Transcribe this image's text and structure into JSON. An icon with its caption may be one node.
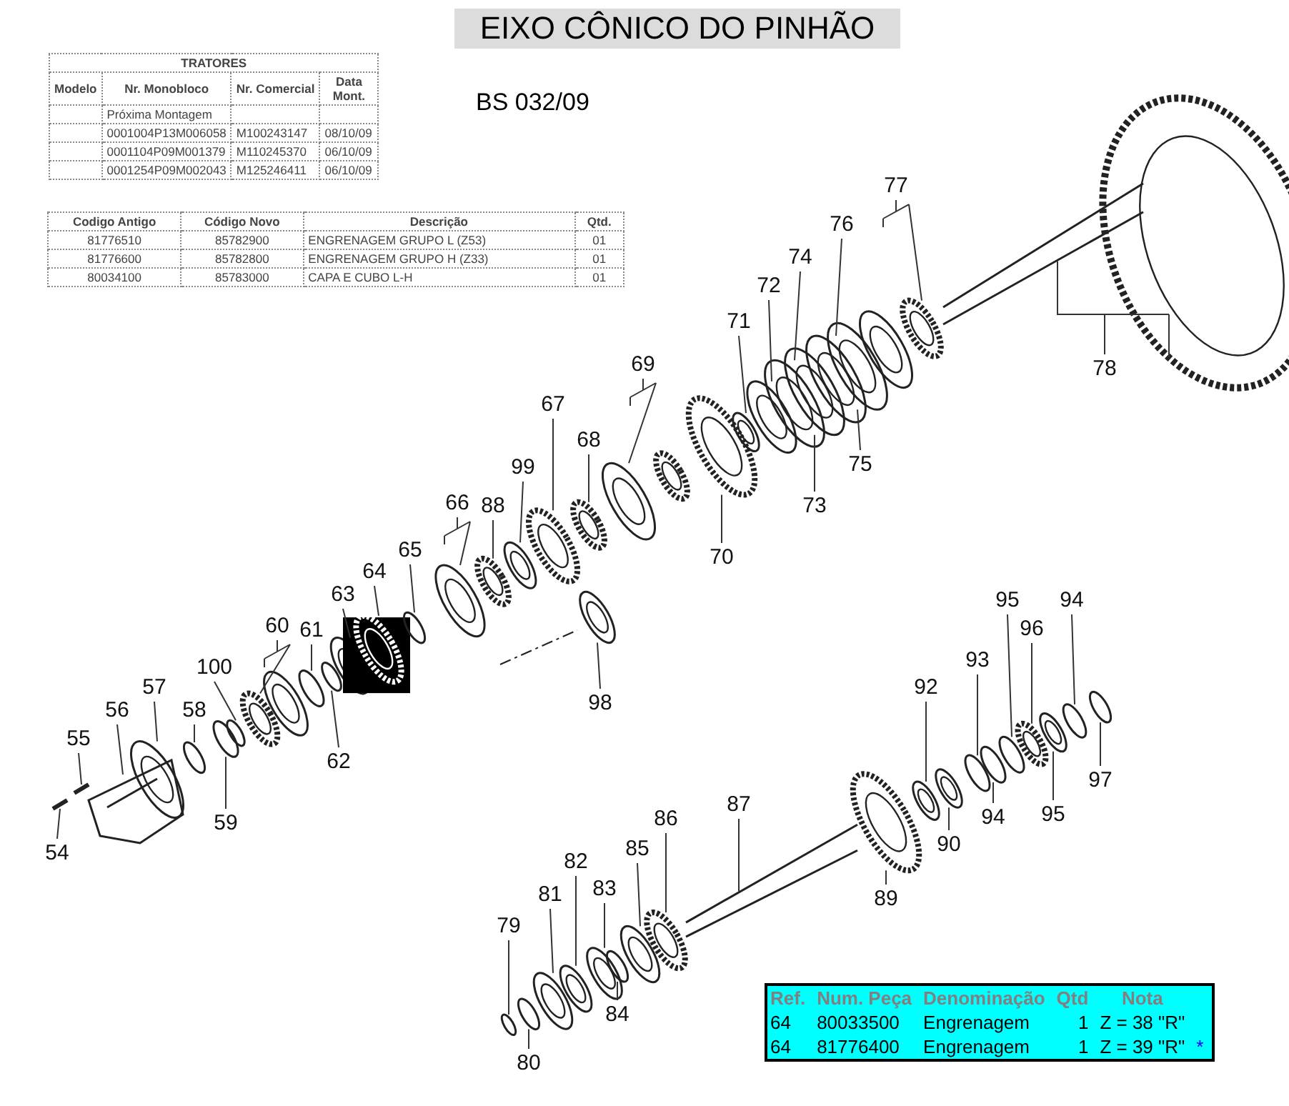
{
  "diagram": {
    "title": "EIXO CÔNICO DO PINHÃO",
    "nodes": [
      {
        "text": [
          "55"
        ]
      },
      {
        "text": [
          "54"
        ]
      },
      {
        "text": [
          "56"
        ]
      },
      {
        "text": [
          "57"
        ]
      },
      {
        "text": [
          "58"
        ]
      },
      {
        "text": [
          "59"
        ]
      },
      {
        "text": [
          "100"
        ]
      },
      {
        "text": [
          "60"
        ]
      },
      {
        "text": [
          "61"
        ]
      },
      {
        "text": [
          "62"
        ]
      },
      {
        "text": [
          "63"
        ]
      },
      {
        "text": [
          "64"
        ]
      },
      {
        "text": [
          "65"
        ]
      },
      {
        "text": [
          "66"
        ]
      },
      {
        "text": [
          "88"
        ]
      },
      {
        "text": [
          "99"
        ]
      },
      {
        "text": [
          "67"
        ]
      },
      {
        "text": [
          "68"
        ]
      },
      {
        "text": [
          "69"
        ]
      },
      {
        "text": [
          "70"
        ]
      },
      {
        "text": [
          "71"
        ]
      },
      {
        "text": [
          "72"
        ]
      },
      {
        "text": [
          "74"
        ]
      },
      {
        "text": [
          "76"
        ]
      },
      {
        "text": [
          "77"
        ]
      },
      {
        "text": [
          "73"
        ]
      },
      {
        "text": [
          "75"
        ]
      },
      {
        "text": [
          "78"
        ]
      },
      {
        "text": [
          "98"
        ]
      },
      {
        "text": [
          "92"
        ]
      },
      {
        "text": [
          "93"
        ]
      },
      {
        "text": [
          "95"
        ]
      },
      {
        "text": [
          "96"
        ]
      },
      {
        "text": [
          "94"
        ]
      },
      {
        "text": [
          "97"
        ]
      },
      {
        "text": [
          "90"
        ]
      },
      {
        "text": [
          "94"
        ]
      },
      {
        "text": [
          "95"
        ]
      },
      {
        "text": [
          "89"
        ]
      },
      {
        "text": [
          "87"
        ]
      },
      {
        "text": [
          "86"
        ]
      },
      {
        "text": [
          "85"
        ]
      },
      {
        "text": [
          "83"
        ]
      },
      {
        "text": [
          "82"
        ]
      },
      {
        "text": [
          "81"
        ]
      },
      {
        "text": [
          "79"
        ]
      },
      {
        "text": [
          "84"
        ]
      },
      {
        "text": [
          "80"
        ]
      },
      {
        "text": [],
        "shape": "picture"
      },
      {
        "text": [],
        "shape": "picture"
      },
      {
        "text": [],
        "shape": "picture"
      },
      {
        "text": [],
        "shape": "circle"
      },
      {
        "text": [],
        "shape": "circle"
      },
      {
        "text": [],
        "shape": "circle"
      },
      {
        "text": [],
        "shape": "circle"
      },
      {
        "text": [],
        "shape": "picture"
      },
      {
        "text": [],
        "shape": "circle"
      },
      {
        "text": [],
        "shape": "circle"
      },
      {
        "text": [],
        "shape": "circle"
      },
      {
        "text": [],
        "shape": "picture"
      },
      {
        "text": [],
        "shape": "circle"
      },
      {
        "text": [],
        "shape": "circle"
      },
      {
        "text": [],
        "shape": "picture"
      },
      {
        "text": [],
        "shape": "circle"
      },
      {
        "text": [],
        "shape": "picture"
      },
      {
        "text": [],
        "shape": "picture"
      },
      {
        "text": [],
        "shape": "circle"
      },
      {
        "text": [],
        "shape": "picture"
      },
      {
        "text": [],
        "shape": "circle"
      },
      {
        "text": [],
        "shape": "circle"
      },
      {
        "text": [],
        "shape": "circle"
      },
      {
        "text": [],
        "shape": "circle"
      },
      {
        "text": [],
        "shape": "picture"
      },
      {
        "text": [],
        "shape": "circle"
      },
      {
        "text": [],
        "shape": "circle"
      },
      {
        "text": [],
        "shape": "picture"
      },
      {
        "text": [],
        "shape": "circle"
      },
      {
        "text": [],
        "shape": "circle"
      },
      {
        "text": [],
        "shape": "circle"
      },
      {
        "text": [],
        "shape": "circle"
      },
      {
        "text": [],
        "shape": "picture"
      },
      {
        "text": [],
        "shape": "circle"
      },
      {
        "text": [],
        "shape": "circle"
      },
      {
        "text": [],
        "shape": "circle"
      },
      {
        "text": [],
        "shape": "circle"
      },
      {
        "text": [],
        "shape": "circle"
      },
      {
        "text": [],
        "shape": "picture"
      },
      {
        "text": [],
        "shape": "picture"
      },
      {
        "text": [],
        "shape": "picture"
      },
      {
        "text": [],
        "shape": "circle"
      },
      {
        "text": [],
        "shape": "circle"
      },
      {
        "text": [],
        "shape": "circle"
      },
      {
        "text": [],
        "shape": "circle"
      },
      {
        "text": [],
        "shape": "circle"
      },
      {
        "text": [],
        "shape": "circle"
      },
      {
        "text": [],
        "shape": "circle"
      }
    ],
    "edges": [
      {
        "from": 0,
        "to": 48,
        "arrow": "none"
      },
      {
        "from": 1,
        "to": 49,
        "arrow": "none"
      },
      {
        "from": 2,
        "to": 50,
        "arrow": "none"
      },
      {
        "from": 3,
        "to": 51,
        "arrow": "none"
      },
      {
        "from": 4,
        "to": 52,
        "arrow": "none"
      },
      {
        "from": 5,
        "to": 53,
        "arrow": "none"
      },
      {
        "from": 6,
        "to": 54,
        "arrow": "none"
      },
      {
        "from": 7,
        "to": 55,
        "arrow": "none"
      },
      {
        "from": 8,
        "to": 56,
        "arrow": "none"
      },
      {
        "from": 9,
        "to": 57,
        "arrow": "none"
      },
      {
        "from": 10,
        "to": 58,
        "arrow": "none"
      },
      {
        "from": 11,
        "to": 59,
        "arrow": "none"
      },
      {
        "from": 12,
        "to": 60,
        "arrow": "none"
      },
      {
        "from": 13,
        "to": 61,
        "arrow": "none"
      },
      {
        "from": 14,
        "to": 62,
        "arrow": "none"
      },
      {
        "from": 15,
        "to": 63,
        "arrow": "none"
      },
      {
        "from": 16,
        "to": 64,
        "arrow": "none"
      },
      {
        "from": 17,
        "to": 65,
        "arrow": "none"
      },
      {
        "from": 18,
        "to": 66,
        "arrow": "none"
      },
      {
        "from": 19,
        "to": 67,
        "arrow": "none"
      },
      {
        "from": 20,
        "to": 68,
        "arrow": "none"
      },
      {
        "from": 21,
        "to": 69,
        "arrow": "none"
      },
      {
        "from": 22,
        "to": 70,
        "arrow": "none"
      },
      {
        "from": 23,
        "to": 71,
        "arrow": "none"
      },
      {
        "from": 24,
        "to": 72,
        "arrow": "none"
      },
      {
        "from": 25,
        "to": 73,
        "arrow": "none"
      },
      {
        "from": 26,
        "to": 74,
        "arrow": "none"
      },
      {
        "from": 27,
        "to": 75,
        "arrow": "none"
      },
      {
        "from": 28,
        "to": 76,
        "arrow": "none"
      },
      {
        "from": 29,
        "to": 77,
        "arrow": "none"
      },
      {
        "from": 30,
        "to": 78,
        "arrow": "none"
      },
      {
        "from": 31,
        "to": 79,
        "arrow": "none"
      },
      {
        "from": 32,
        "to": 80,
        "arrow": "none"
      },
      {
        "from": 33,
        "to": 81,
        "arrow": "none"
      },
      {
        "from": 34,
        "to": 82,
        "arrow": "none"
      },
      {
        "from": 35,
        "to": 83,
        "arrow": "none"
      },
      {
        "from": 36,
        "to": 84,
        "arrow": "none"
      },
      {
        "from": 37,
        "to": 85,
        "arrow": "none"
      },
      {
        "from": 38,
        "to": 86,
        "arrow": "none"
      },
      {
        "from": 39,
        "to": 87,
        "arrow": "none"
      },
      {
        "from": 40,
        "to": 88,
        "arrow": "none"
      },
      {
        "from": 41,
        "to": 89,
        "arrow": "none"
      },
      {
        "from": 42,
        "to": 90,
        "arrow": "none"
      },
      {
        "from": 43,
        "to": 91,
        "arrow": "none"
      },
      {
        "from": 44,
        "to": 92,
        "arrow": "none"
      },
      {
        "from": 45,
        "to": 93,
        "arrow": "none"
      },
      {
        "from": 46,
        "to": 94,
        "arrow": "none"
      },
      {
        "from": 47,
        "to": 95,
        "arrow": "none"
      }
    ],
    "labels": [
      "TRATORES",
      "Modelo",
      "Nr. Monobloco",
      "Nr. Comercial",
      "Data Mont.",
      "Próxima Montagem",
      "0001004P13M006058",
      "M100243147",
      "08/10/09",
      "0001104P09M001379",
      "M110245370",
      "06/10/09",
      "0001254P09M002043",
      "M125246411",
      "06/10/09",
      "BS 032/09",
      "Codigo Antigo",
      "Código Novo",
      "Descrição",
      "Qtd.",
      "81776510",
      "85782900",
      "ENGRENAGEM GRUPO L (Z53)",
      "01",
      "81776600",
      "85782800",
      "ENGRENAGEM GRUPO H (Z33)",
      "01",
      "80034100",
      "85783000",
      "CAPA E CUBO L-H",
      "01",
      "Ref.",
      "Num. Peça",
      "Denominação",
      "Qtd",
      "Nota",
      "64",
      "80033500",
      "Engrenagem",
      "1",
      "Z = 38 \"R\"",
      "64",
      "81776400",
      "Engrenagem",
      "1",
      "Z = 39 \"R\"",
      "*"
    ]
  }
}
